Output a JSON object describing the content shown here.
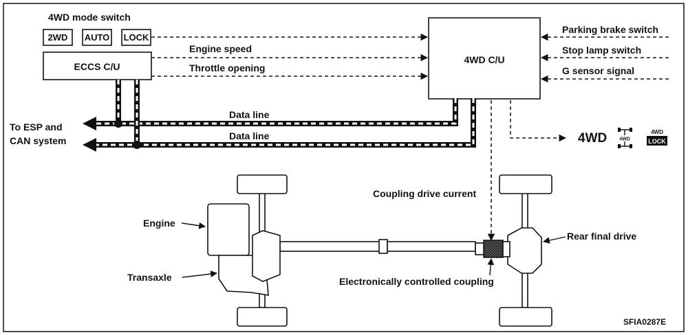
{
  "mode_switch": {
    "title": "4WD mode switch",
    "buttons": [
      "2WD",
      "AUTO",
      "LOCK"
    ]
  },
  "eccs": {
    "label": "ECCS C/U"
  },
  "control_unit": {
    "label": "4WD C/U"
  },
  "signals": {
    "engine_speed": "Engine speed",
    "throttle_opening": "Throttle opening"
  },
  "inputs": {
    "parking_brake": "Parking brake switch",
    "stop_lamp": "Stop lamp switch",
    "g_sensor": "G sensor signal"
  },
  "data_lines": [
    "Data line",
    "Data line"
  ],
  "can_target": {
    "line1": "To ESP and",
    "line2": "CAN system"
  },
  "indicators": {
    "text": "4WD",
    "icon1_name": "4wd-indicator-icon",
    "icon1_text": "4WD",
    "icon2_name": "4wd-lock-indicator-icon",
    "icon2_top": "4WD",
    "icon2_bottom": "LOCK"
  },
  "drivetrain": {
    "coupling_current": "Coupling drive current",
    "engine": "Engine",
    "transaxle": "Transaxle",
    "rear_final_drive": "Rear final drive",
    "coupling": "Electronically controlled coupling"
  },
  "figure_code": "SFIA0287E",
  "colors": {
    "line": "#111111",
    "background": "#ffffff"
  }
}
